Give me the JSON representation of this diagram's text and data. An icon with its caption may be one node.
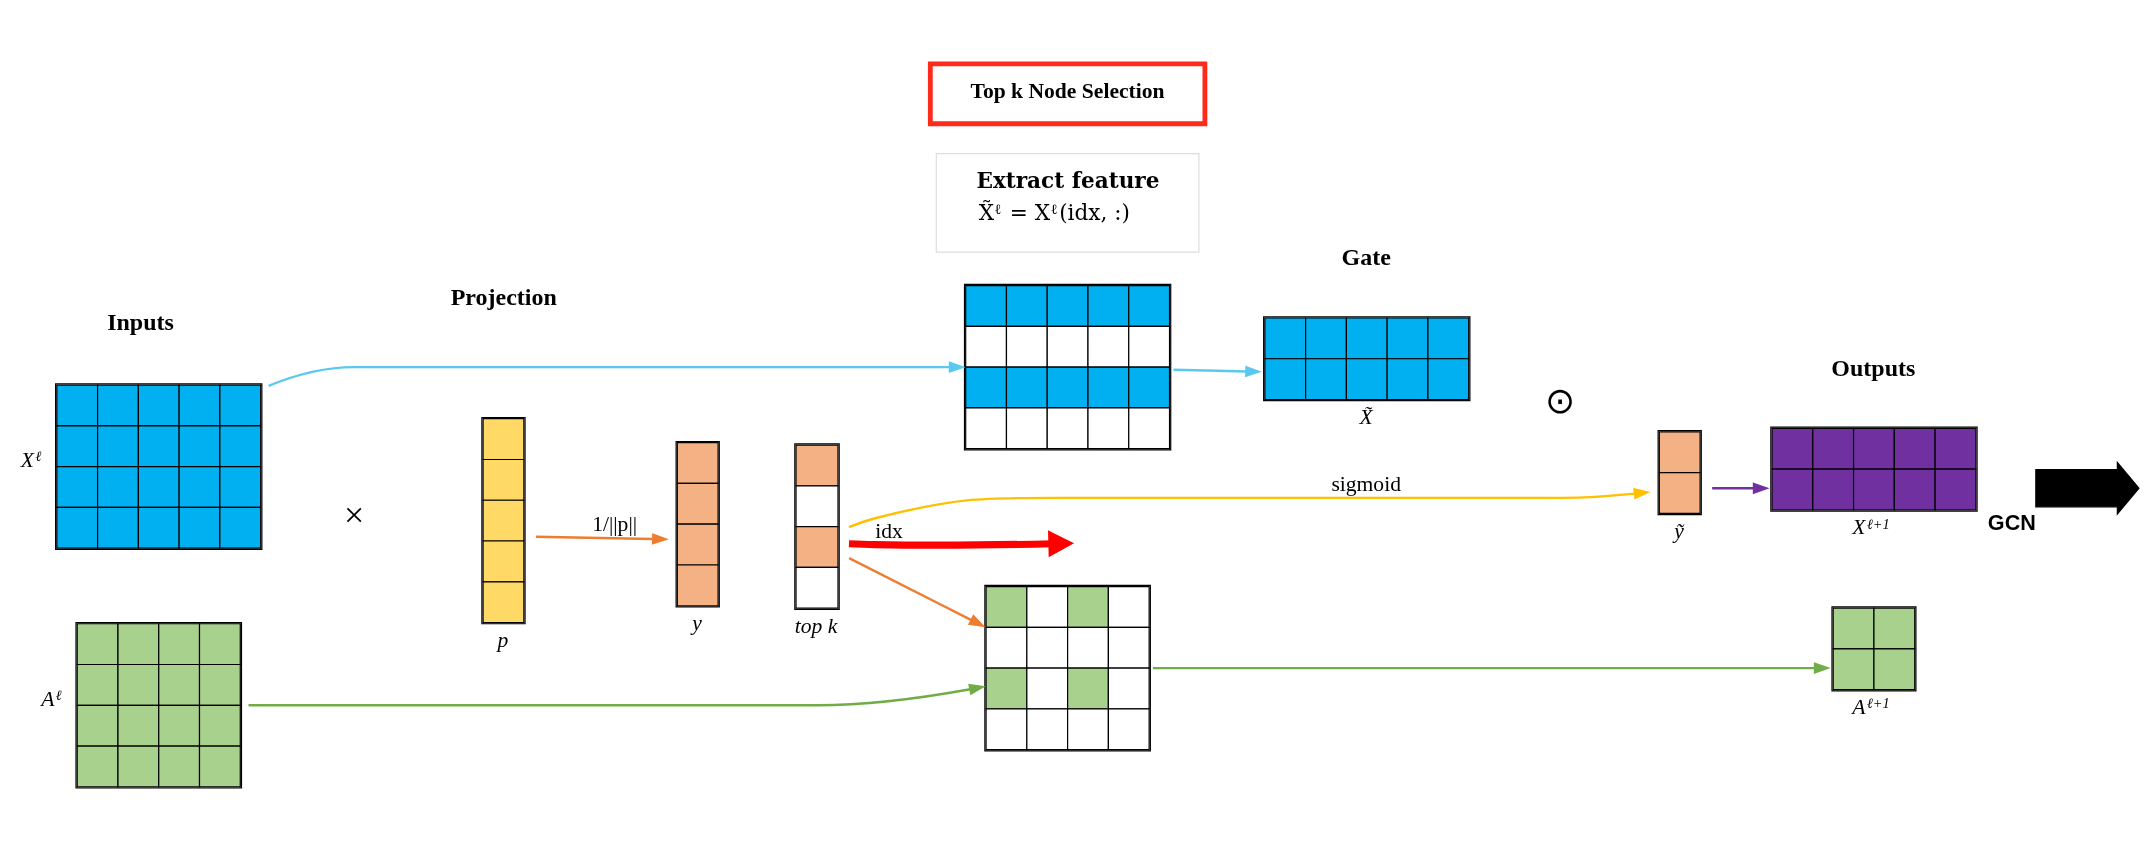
{
  "diagram": {
    "nodes": [
      {
        "text": [],
        "shape": "box",
        "beside": [
          "X$^{ℓ}$"
        ]
      },
      {
        "text": [],
        "shape": "box",
        "beside": [
          "p"
        ]
      },
      {
        "text": [],
        "shape": "box",
        "beside": [
          "y"
        ]
      },
      {
        "text": [],
        "shape": "box",
        "beside": [
          "top k"
        ]
      },
      {
        "text": [],
        "shape": "box"
      },
      {
        "text": [],
        "shape": "box",
        "beside": [
          "X̃"
        ]
      },
      {
        "text": [],
        "shape": "box",
        "beside": [
          "ỹ"
        ]
      },
      {
        "text": [],
        "shape": "box",
        "beside": [
          "X$^{ℓ+1}$"
        ]
      },
      {
        "text": [],
        "shape": "box",
        "beside": [
          "A$^{ℓ}$"
        ]
      },
      {
        "text": [],
        "shape": "box"
      },
      {
        "text": [],
        "shape": "box",
        "beside": [
          "A$^{ℓ+1}$"
        ]
      },
      {
        "text": [
          "Extract feature",
          "X̃$^{ℓ}$ = X$^{ℓ}$(idx, :)"
        ]
      },
      {
        "text": [
          "Top k Node Selection"
        ]
      },
      {
        "text": [],
        "shape": "arrow",
        "beside": [
          "GCN"
        ]
      }
    ],
    "edges": [
      {
        "from": 0,
        "to": 4,
        "arrow": "to",
        "color": "#5bc8f0"
      },
      {
        "from": 1,
        "to": 2,
        "arrow": "to",
        "label": "1/||p||",
        "color": "#ed7d31"
      },
      {
        "from": 3,
        "to": 6,
        "arrow": "to",
        "label": "sigmoid",
        "color": "#ffc000"
      },
      {
        "from": 3,
        "to": null,
        "arrow": "to",
        "label": "idx",
        "style": "thick",
        "color": "#ff0000"
      },
      {
        "from": 3,
        "to": 9,
        "arrow": "to",
        "color": "#ed7d31"
      },
      {
        "from": 8,
        "to": 9,
        "arrow": "to",
        "color": "#70ad47"
      },
      {
        "from": 4,
        "to": 5,
        "arrow": "to",
        "color": "#5bc8f0"
      },
      {
        "from": 6,
        "to": 7,
        "arrow": "to",
        "color": "#7030a0"
      },
      {
        "from": 9,
        "to": 10,
        "arrow": "to",
        "color": "#70ad47"
      }
    ],
    "labels": [
      "×",
      "⊙",
      "Inputs",
      "Projection",
      "Gate",
      "Outputs"
    ]
  }
}
